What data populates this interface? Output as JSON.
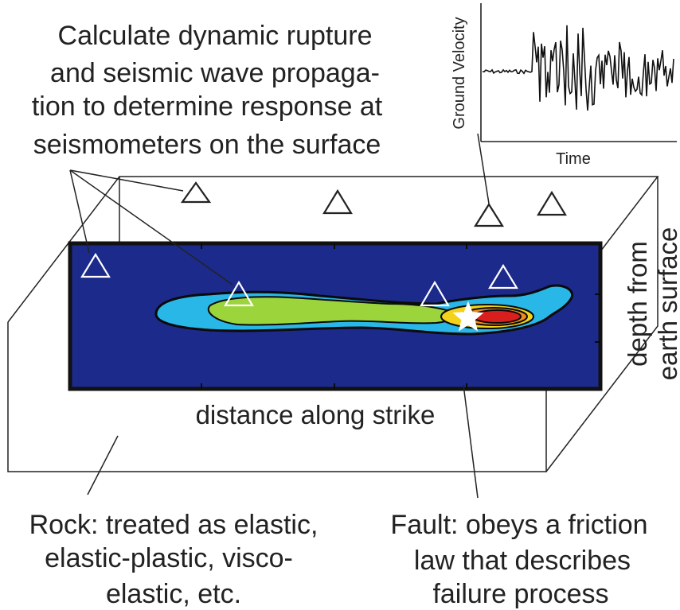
{
  "caption": {
    "top_lines": [
      "Calculate dynamic rupture",
      "and seismic wave propaga-",
      "tion to determine response at",
      "seismometers on the surface"
    ],
    "rock_lines": [
      "Rock: treated as elastic,",
      "elastic-plastic, visco-",
      "elastic, etc."
    ],
    "fault_lines": [
      "Fault: obeys a friction",
      "law that describes",
      "failure process"
    ]
  },
  "axes": {
    "distance_label": "distance along strike",
    "depth_label_1": "depth from",
    "depth_label_2": "earth surface"
  },
  "seismogram": {
    "ylabel": "Ground Velocity",
    "xlabel": "Time"
  },
  "colors": {
    "fault_plane": "#1c2a8c",
    "slip_low": "#29b7e8",
    "slip_mid": "#9bd43b",
    "slip_high_yellow": "#f2d21b",
    "slip_high_red": "#d91e1e",
    "outline": "#111111"
  },
  "icons": {
    "station": "triangle-icon",
    "hypocenter": "star-icon"
  }
}
